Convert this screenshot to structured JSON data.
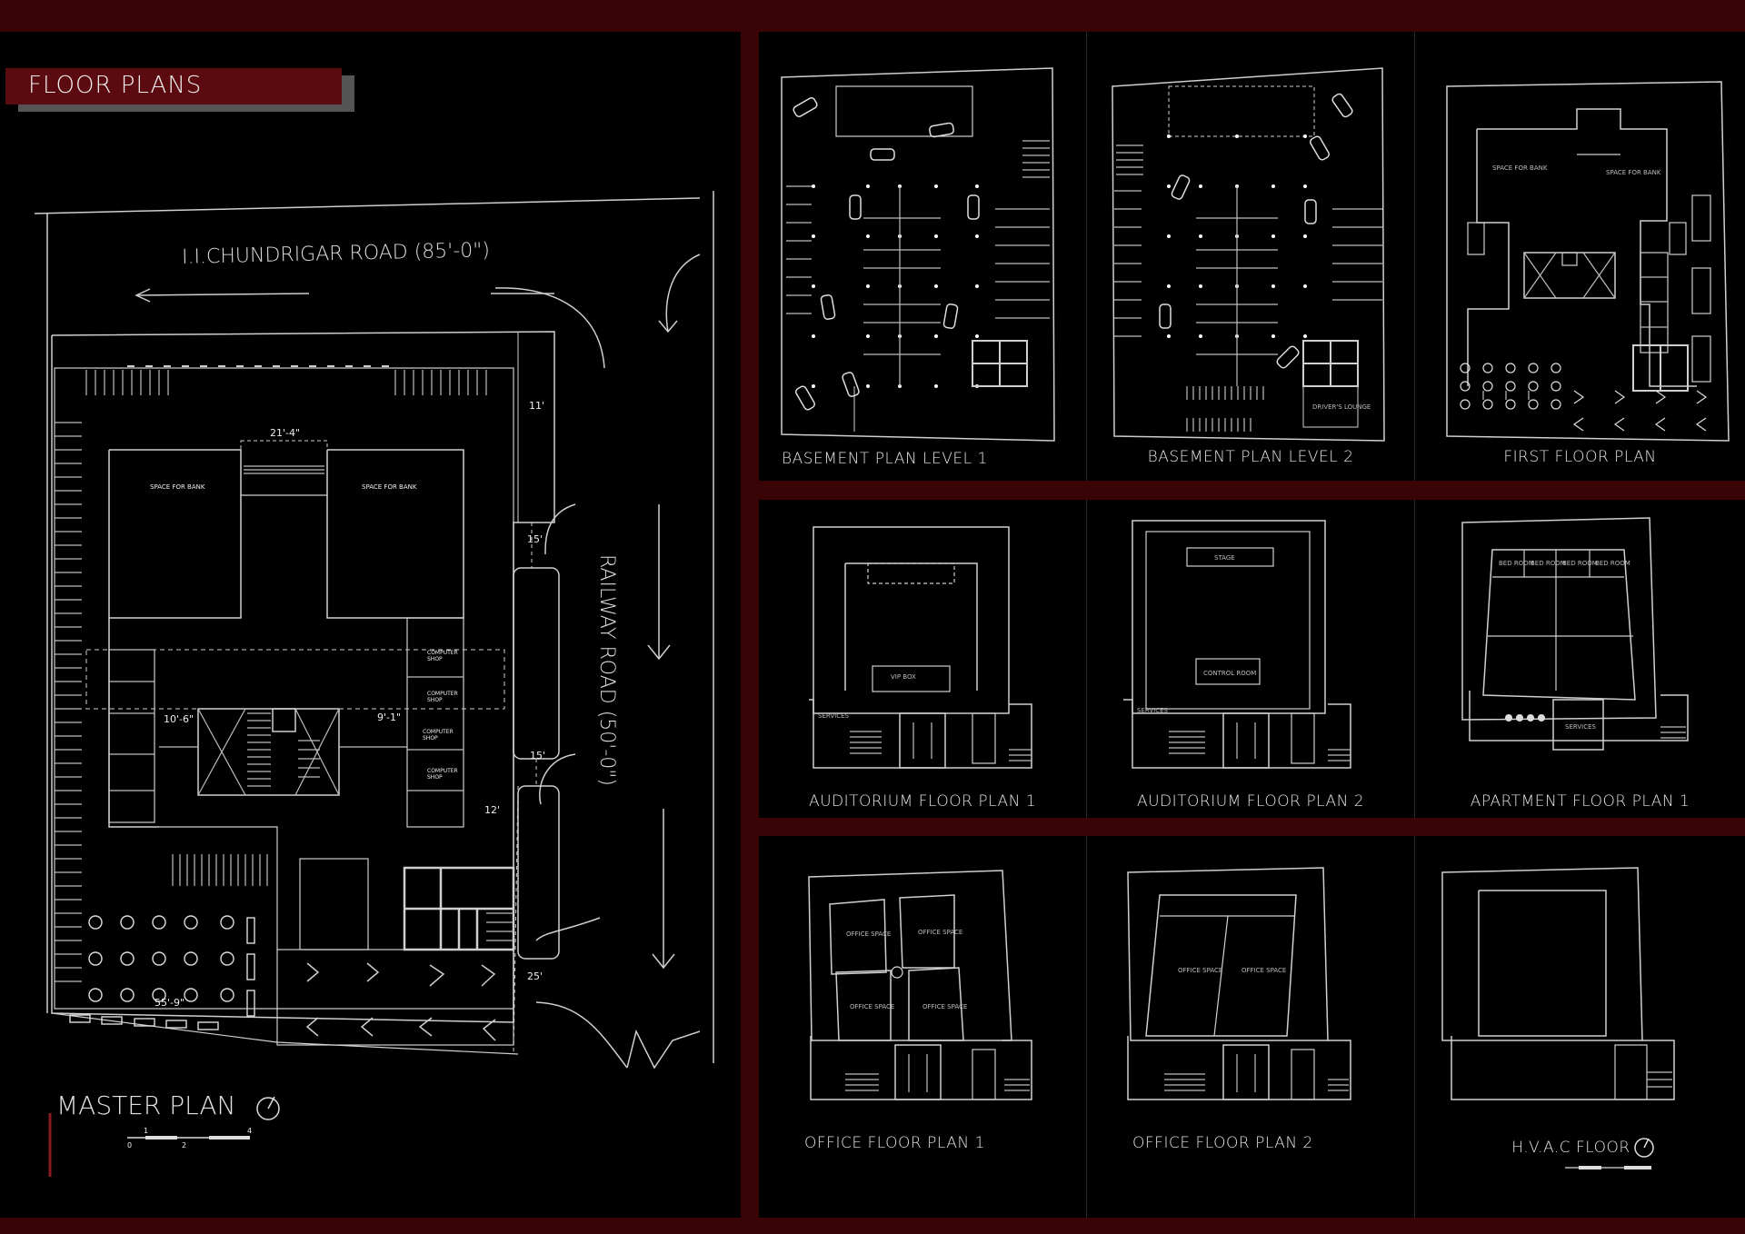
{
  "title": "FLOOR PLANS",
  "master_plan": {
    "label": "MASTER PLAN",
    "road_top": "I.I.CHUNDRIGAR ROAD (85'-0\")",
    "road_right": "RAILWAY ROAD (50'-0\")",
    "dimensions": [
      "21'-4\"",
      "11'",
      "15'",
      "10'-6\"",
      "9'-1\"",
      "15'",
      "12'",
      "25'",
      "55'-9\""
    ],
    "rooms": [
      "SPACE FOR BANK",
      "SPACE FOR BANK",
      "COMPUTER SHOP",
      "COMPUTER SHOP",
      "COMPUTER SHOP",
      "COMPUTER SHOP"
    ],
    "scale_ticks": [
      "0",
      "1",
      "2",
      "4"
    ]
  },
  "plans": [
    {
      "label": "BASEMENT PLAN LEVEL 1"
    },
    {
      "label": "BASEMENT PLAN LEVEL 2"
    },
    {
      "label": "FIRST FLOOR PLAN"
    },
    {
      "label": "AUDITORIUM FLOOR PLAN 1"
    },
    {
      "label": "AUDITORIUM FLOOR PLAN 2"
    },
    {
      "label": "APARTMENT FLOOR PLAN 1"
    },
    {
      "label": "OFFICE FLOOR PLAN 1"
    },
    {
      "label": "OFFICE FLOOR PLAN 2"
    },
    {
      "label": "H.V.A.C FLOOR"
    }
  ],
  "plan_notes": {
    "basement2_lounge": "DRIVER'S LOUNGE",
    "first_bank": "SPACE FOR BANK",
    "aud_vip": "VIP BOX",
    "aud_services": "SERVICES",
    "aud_stage": "STAGE",
    "aud_control": "CONTROL ROOM",
    "apt_bed": "BED ROOM",
    "apt_services": "SERVICES",
    "office_space": "OFFICE SPACE"
  },
  "colors": {
    "background": "#3a0406",
    "panel": "#000000",
    "accent": "#5b0b10",
    "line": "#cfcfcf"
  }
}
